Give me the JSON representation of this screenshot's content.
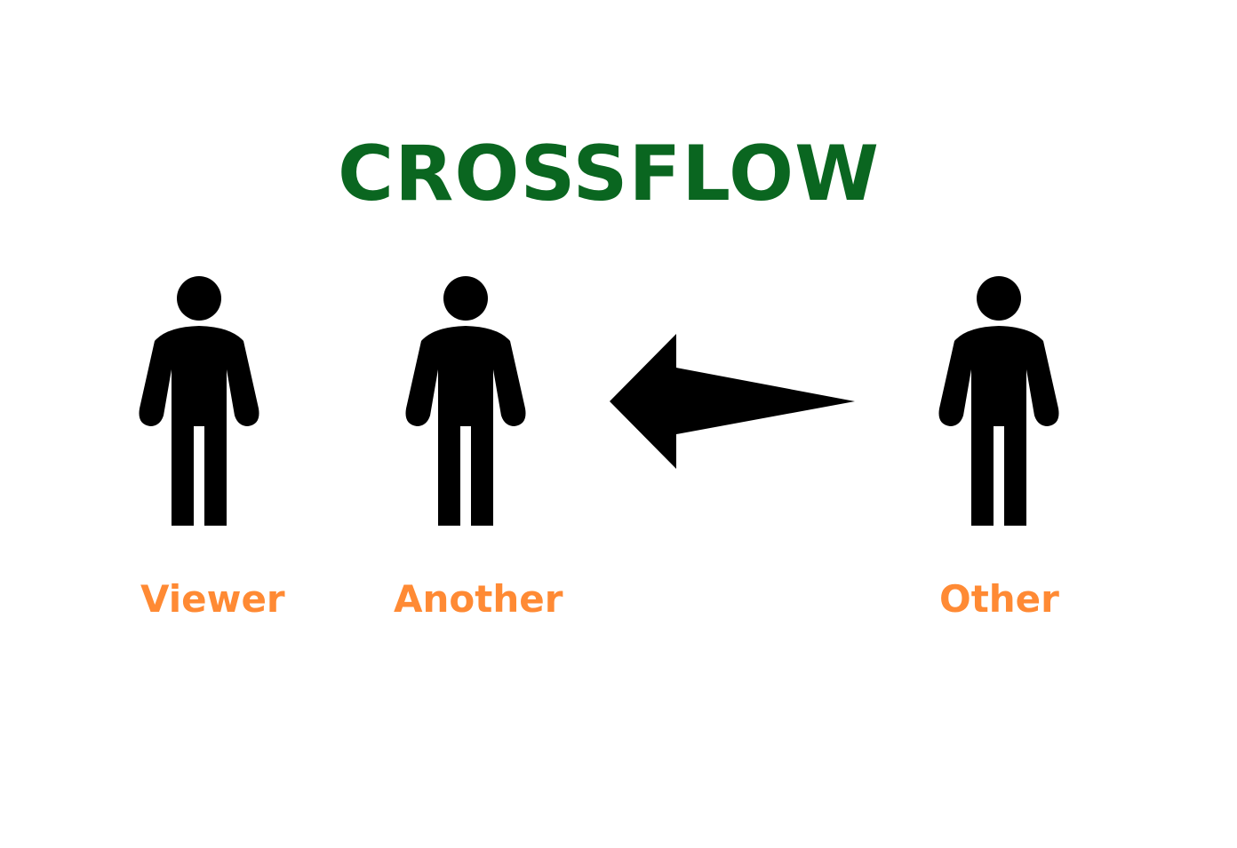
{
  "title": "CROSSFLOW",
  "colors": {
    "title": "#0a6620",
    "label": "#ff8a34",
    "figure": "#000000",
    "background": "#ffffff"
  },
  "figures": [
    {
      "name": "viewer",
      "label": "Viewer",
      "icon": "person-icon"
    },
    {
      "name": "another",
      "label": "Another",
      "icon": "person-icon"
    },
    {
      "name": "other",
      "label": "Other",
      "icon": "person-icon"
    }
  ],
  "arrow": {
    "icon": "arrow-left-icon",
    "from": "Other",
    "to": "Another"
  }
}
